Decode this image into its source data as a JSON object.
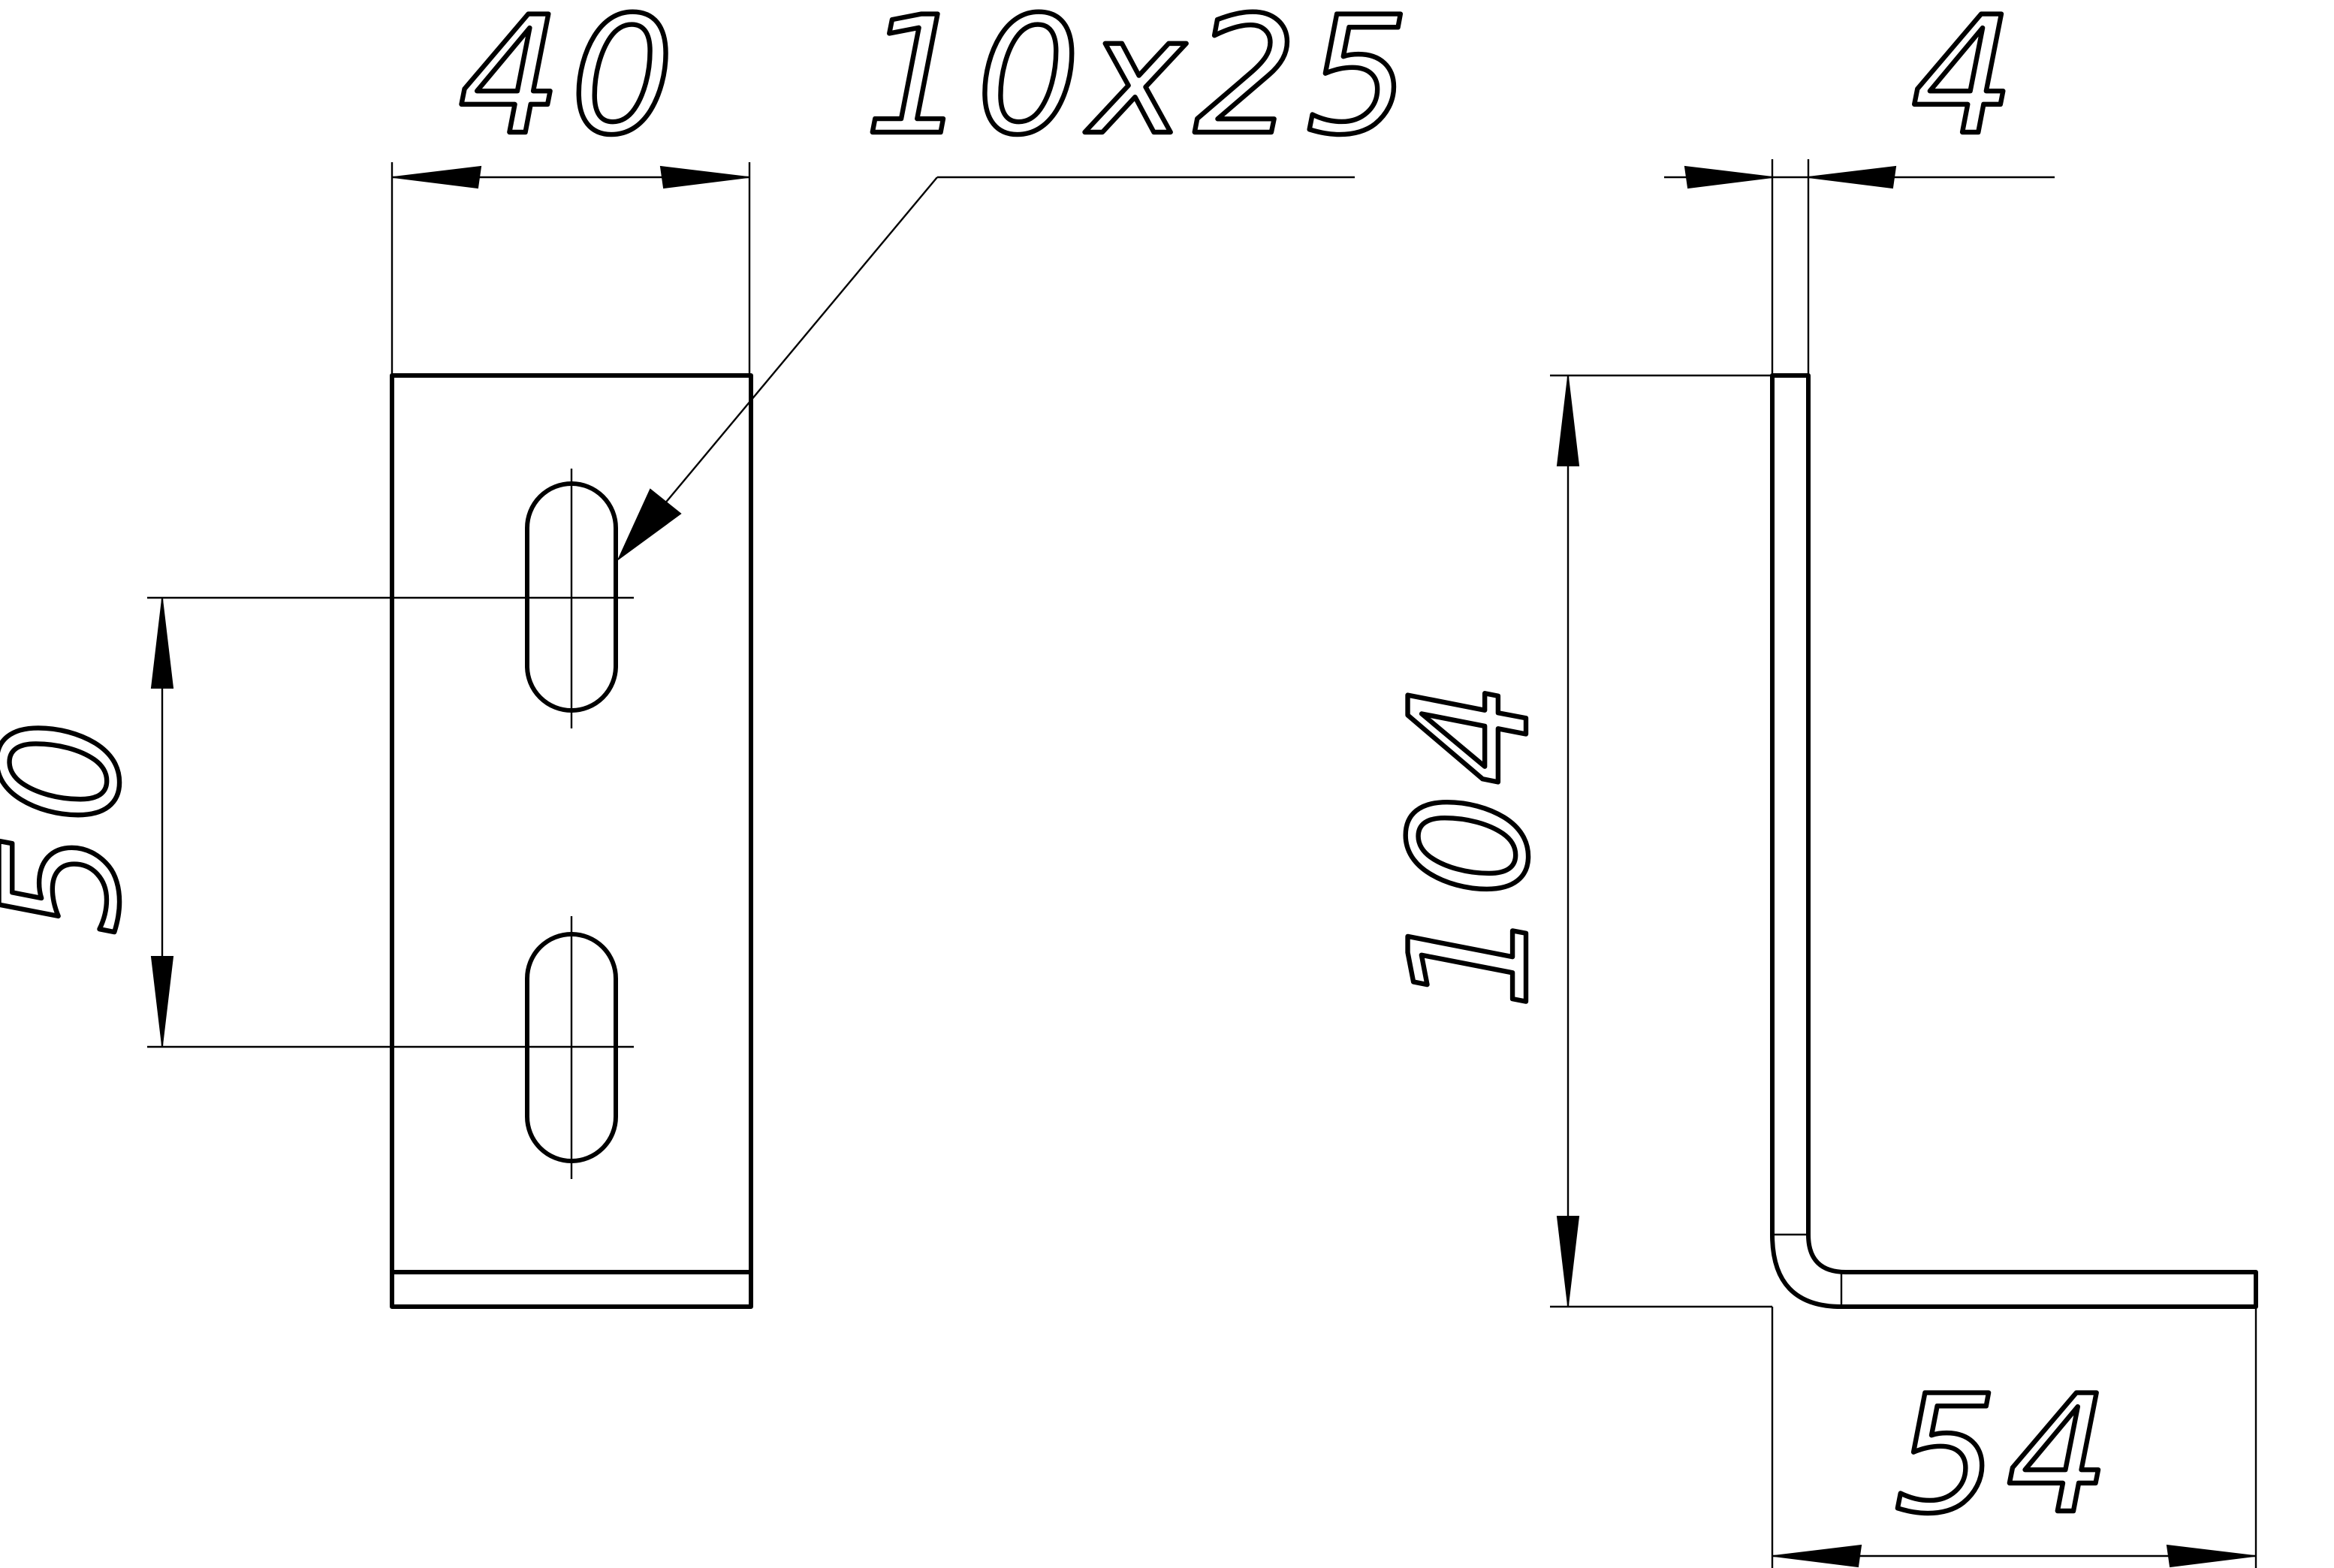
{
  "drawing": {
    "dimensions": {
      "width": "40",
      "slot": "10x25",
      "thickness": "4",
      "hole_spacing": "50",
      "height": "104",
      "leg": "54"
    },
    "colors": {
      "line": "#000000",
      "background": "#ffffff"
    }
  }
}
